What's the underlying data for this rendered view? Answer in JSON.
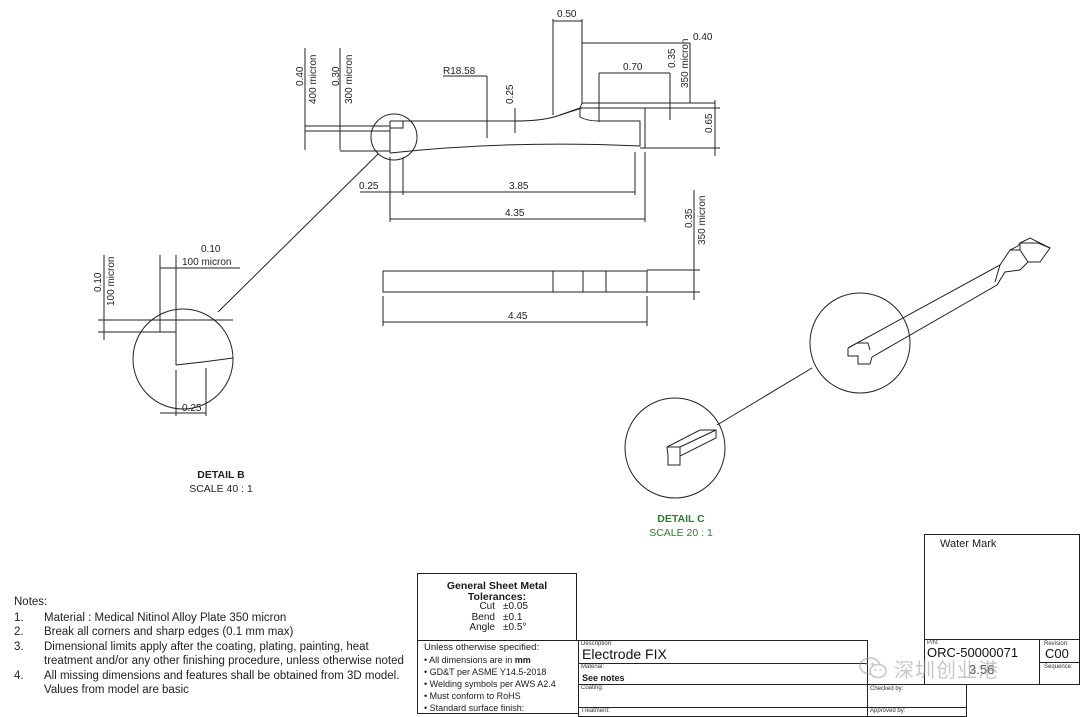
{
  "drawing": {
    "dims": {
      "d050": "0.50",
      "d040_top": "0.40",
      "d035_top": "0.35",
      "m350_top": "350 micron",
      "d070": "0.70",
      "d040_left": "0.40",
      "m400_left": "400 micron",
      "d030_left": "0.30",
      "m300_left": "300 micron",
      "r1858": "R18.58",
      "d025_step": "0.25",
      "d065": "0.65",
      "d025_left": "0.25",
      "d385": "3.85",
      "d435": "4.35",
      "d035_side": "0.35",
      "m350_side": "350 micron",
      "d445": "4.45"
    },
    "detail_b": {
      "dim_010_h": "0.10",
      "micron_100_h": "100 micron",
      "dim_010_v": "0.10",
      "micron_100_v": "100 micron",
      "dim_025": "0.25",
      "title": "DETAIL B",
      "scale": "SCALE 40 : 1"
    },
    "detail_c": {
      "title": "DETAIL C",
      "scale": "SCALE 20 : 1",
      "title_color": "#2e7d32"
    }
  },
  "notes": {
    "heading": "Notes:",
    "items": [
      {
        "num": "1.",
        "text": "Material : Medical Nitinol Alloy Plate  350 micron"
      },
      {
        "num": "2.",
        "text": "Break all corners and sharp edges (0.1 mm max)"
      },
      {
        "num": "3.",
        "text": "Dimensional limits apply after the coating, plating, painting, heat treatment and/or any other finishing procedure, unless otherwise noted"
      },
      {
        "num": "4.",
        "text": "All missing dimensions and features shall be obtained from 3D model. Values from model are basic"
      }
    ]
  },
  "tolerances": {
    "title_line1": "General Sheet Metal",
    "title_line2": "Tolerances:",
    "rows": [
      {
        "label": "Cut",
        "value": "±0.05"
      },
      {
        "label": "Bend",
        "value": "±0.1"
      },
      {
        "label": "Angle",
        "value": "±0.5°"
      }
    ]
  },
  "spec": {
    "heading": "Unless otherwise specified:",
    "line1_pre": "• All dimensions are in ",
    "line1_bold": "mm",
    "line2": "• GD&T per ASME Y14.5-2018",
    "line3": "• Welding symbols per AWS A2.4",
    "line4": "• Must conform to RoHS",
    "line5": "• Standard surface finish:"
  },
  "title_block": {
    "description_label": "Description:",
    "description_value": "Electrode FIX",
    "material_label": "Material:",
    "material_value": "See notes",
    "coating_label": "Coating:",
    "checked_by_label": "Checked by:",
    "treatment_label": "Treatment:",
    "approved_by_label": "Approved by:",
    "pn_label": "P/N:",
    "pn_value": "ORC-50000071",
    "pn_overlap": "3.56",
    "revision_label": "Revision:",
    "revision_value": "C00",
    "sequence_label": "Sequence:"
  },
  "water_mark": {
    "label": "Water Mark",
    "badge_text": "深圳创业港"
  }
}
